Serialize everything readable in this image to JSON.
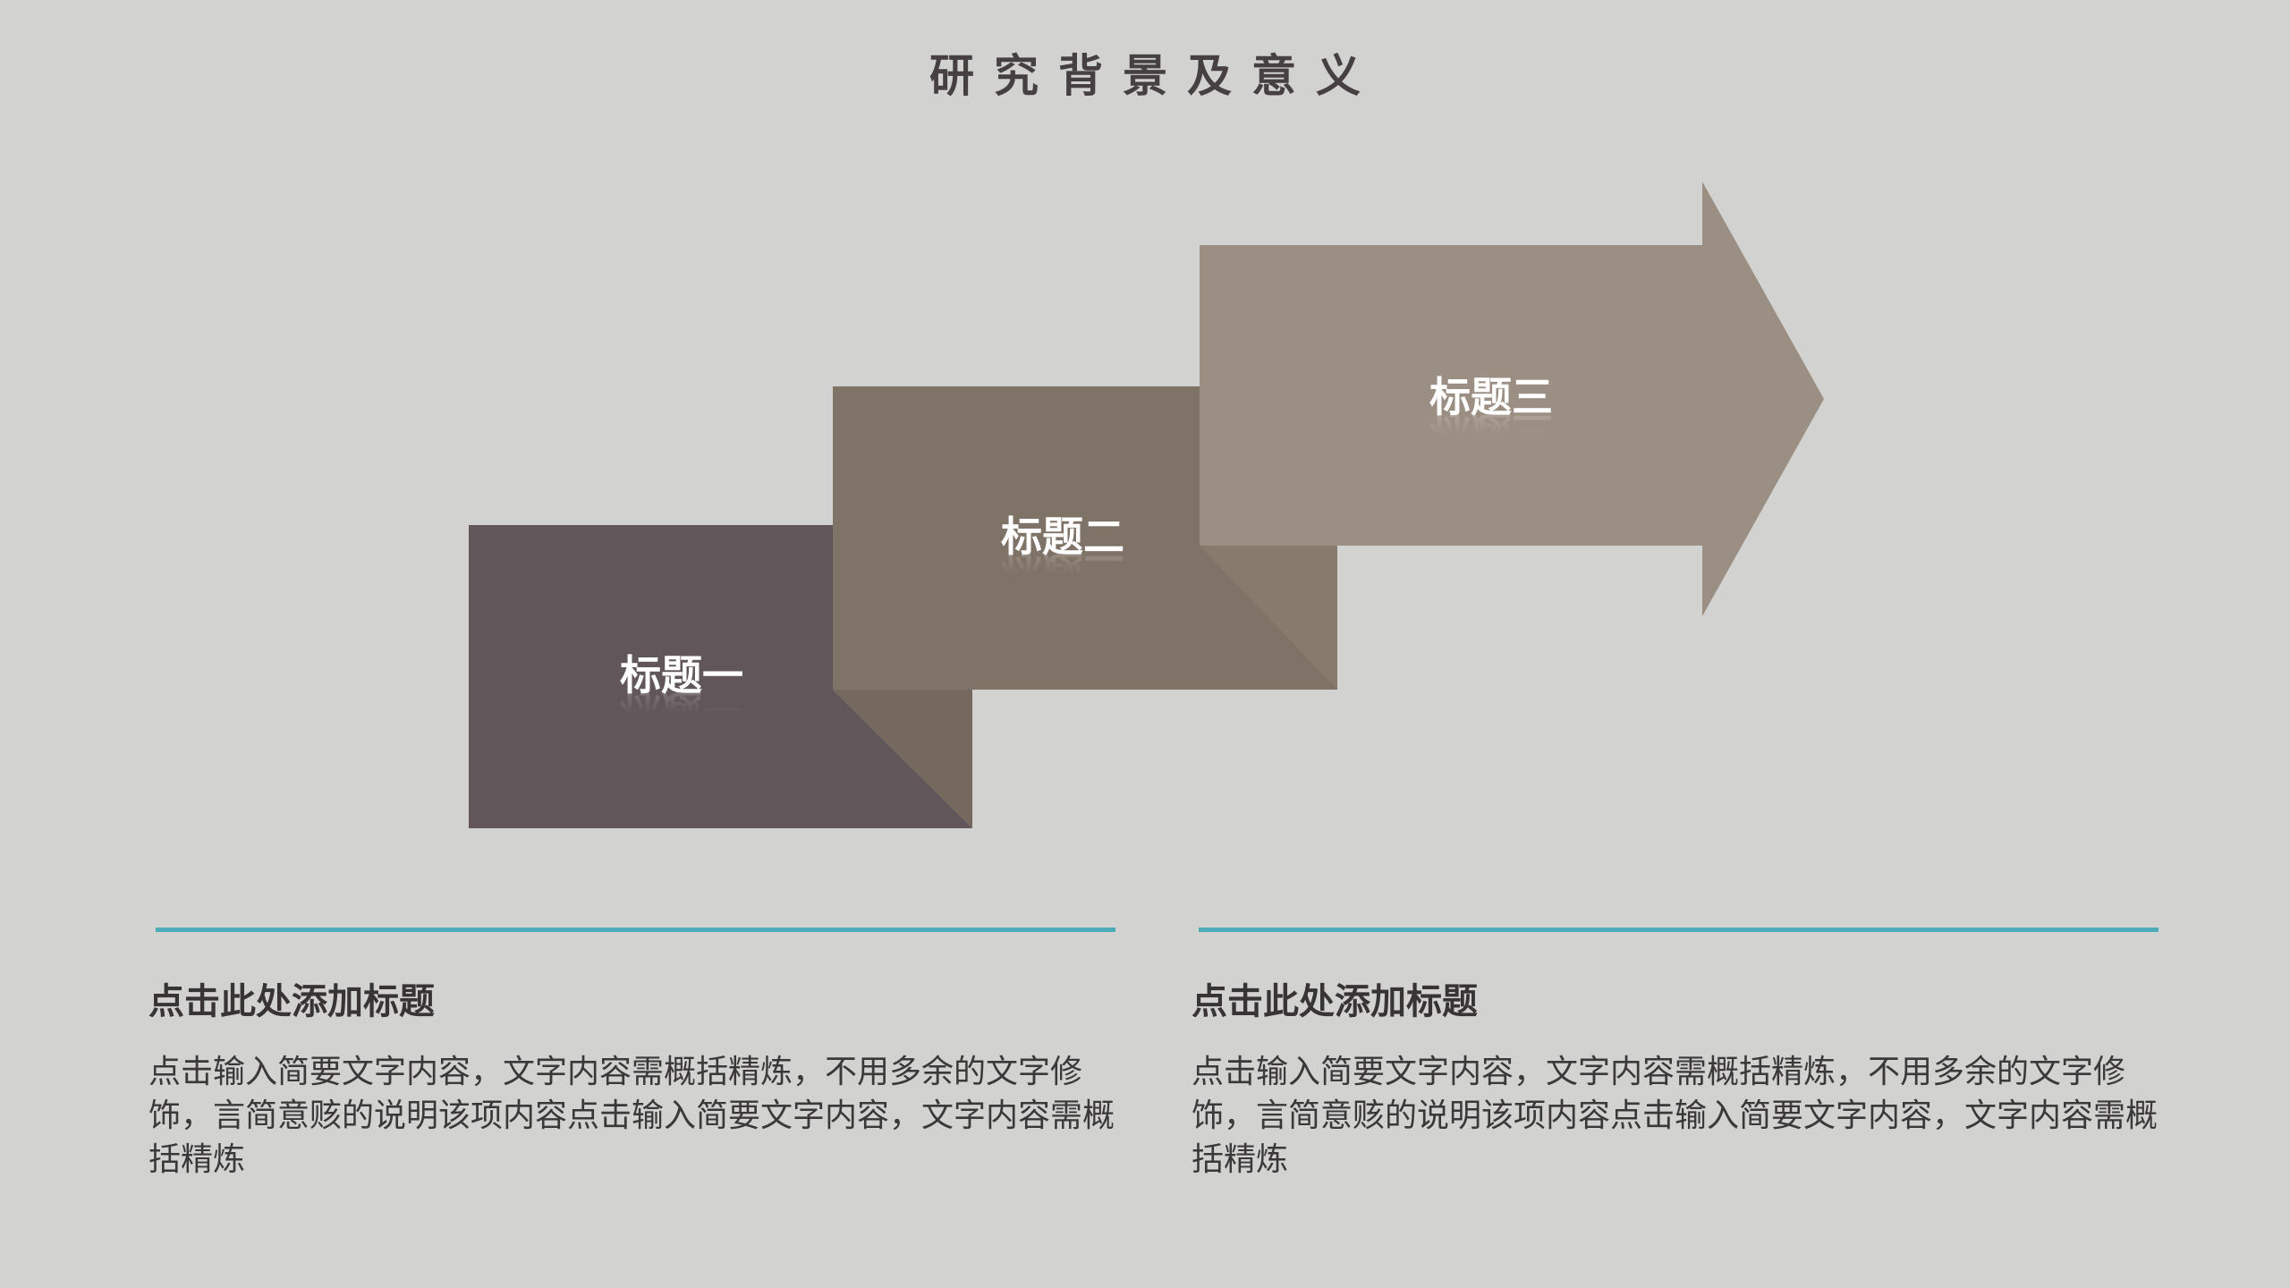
{
  "slide": {
    "title": "研究背景及意义",
    "steps": [
      {
        "label": "标题一",
        "color": "#615659"
      },
      {
        "label": "标题二",
        "color": "#7f7266"
      },
      {
        "label": "标题三",
        "color": "#9b8e82"
      }
    ],
    "fold_colors": [
      "#75695d",
      "#877b6e"
    ],
    "columns": [
      {
        "heading": "点击此处添加标题",
        "body": "点击输入简要文字内容，文字内容需概括精炼，不用多余的文字修饰，言简意赅的说明该项内容点击输入简要文字内容，文字内容需概括精炼"
      },
      {
        "heading": "点击此处添加标题",
        "body": "点击输入简要文字内容，文字内容需概括精炼，不用多余的文字修饰，言简意赅的说明该项内容点击输入简要文字内容，文字内容需概括精炼"
      }
    ],
    "colors": {
      "background": "#d2d2d1",
      "accent": "#4cacb8",
      "title_text": "#464043",
      "body_text": "#3b3839",
      "step_label_text": "#ffffff"
    }
  }
}
